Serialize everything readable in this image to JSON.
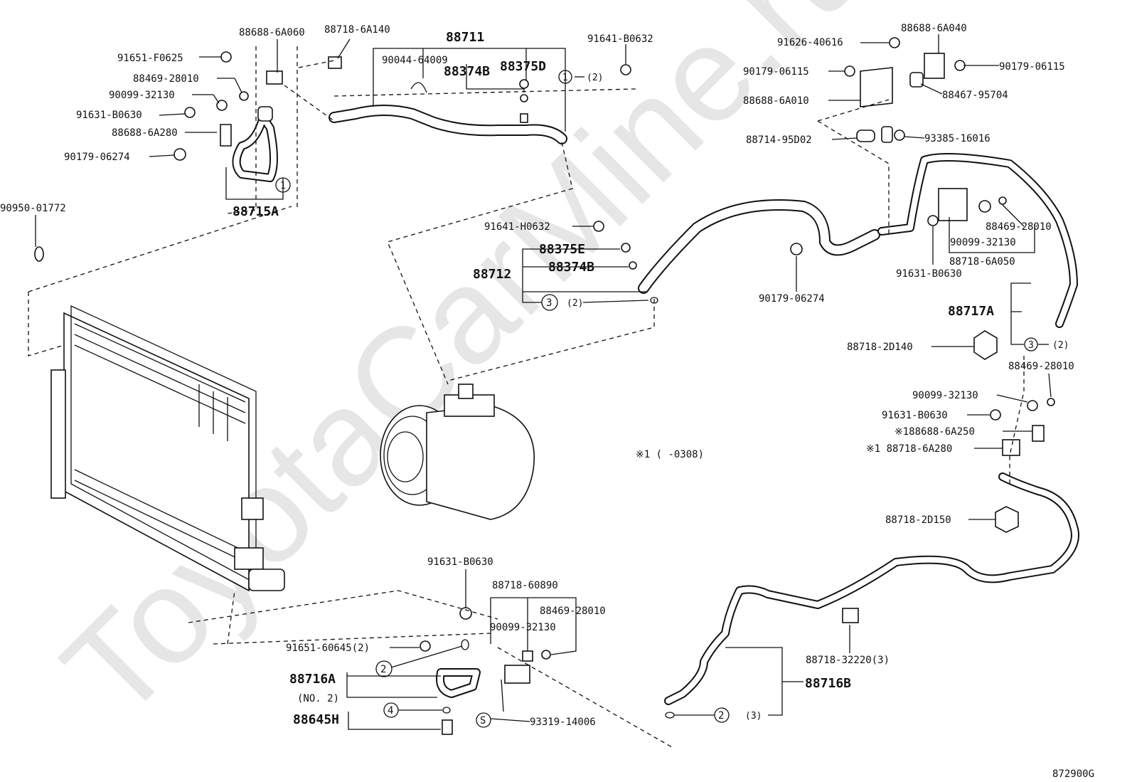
{
  "watermark": "ToyotaCarMine.ru",
  "diagram_code": "872900G",
  "note": "※1 (    -0308)",
  "labels": {
    "p88688_6A060": "88688-6A060",
    "p88718_6A140": "88718-6A140",
    "p91651_F0625": "91651-F0625",
    "p88469_28010_a": "88469-28010",
    "p90099_32130_a": "90099-32130",
    "p91631_B0630_a": "91631-B0630",
    "p88688_6A280": "88688-6A280",
    "p90179_06274_a": "90179-06274",
    "p88715A": "88715A",
    "p90950_01772": "90950-01772",
    "p88711": "88711",
    "p90044_64009": "90044-64009",
    "p88374B_a": "88374B",
    "p88375D": "88375D",
    "p91641_B0632_a": "91641-B0632",
    "q_2_a": "(2)",
    "p91641_H0632": "91641-H0632",
    "p88375E": "88375E",
    "p88374B_b": "88374B",
    "p88712": "88712",
    "q_2_b": "(2)",
    "p90179_06274_b": "90179-06274",
    "p91626_40616": "91626-40616",
    "p88688_6A040": "88688-6A040",
    "p90179_06115_a": "90179-06115",
    "p90179_06115_b": "90179-06115",
    "p88467_95704": "88467-95704",
    "p88688_6A010": "88688-6A010",
    "p93385_16016": "93385-16016",
    "p88714_95D02": "88714-95D02",
    "p88469_28010_b": "88469-28010",
    "p90099_32130_b": "90099-32130",
    "p88718_6A050": "88718-6A050",
    "p91631_B0630_b": "91631-B0630",
    "p88717A": "88717A",
    "q_2_c": "(2)",
    "p88718_2D140": "88718-2D140",
    "p88469_28010_c": "88469-28010",
    "p90099_32130_c": "90099-32130",
    "p91631_B0630_c": "91631-B0630",
    "p88688_6A250": "※188688-6A250",
    "p88718_6A280": "※1 88718-6A280",
    "p88718_2D150": "88718-2D150",
    "p91631_B0630_d": "91631-B0630",
    "p88718_60890": "88718-60890",
    "p88469_28010_d": "88469-28010",
    "p90099_32130_d": "90099-32130",
    "p91651_60645": "91651-60645(2)",
    "p88716A": "88716A",
    "p88716A_sub": "(NO. 2)",
    "p88645H": "88645H",
    "p93319_14006": "93319-14006",
    "p88718_32220": "88718-32220(3)",
    "p88716B": "88716B",
    "q_3": "(3)"
  },
  "callouts": {
    "c1": "1",
    "c2": "2",
    "c3": "3",
    "c4": "4",
    "cS": "S"
  }
}
